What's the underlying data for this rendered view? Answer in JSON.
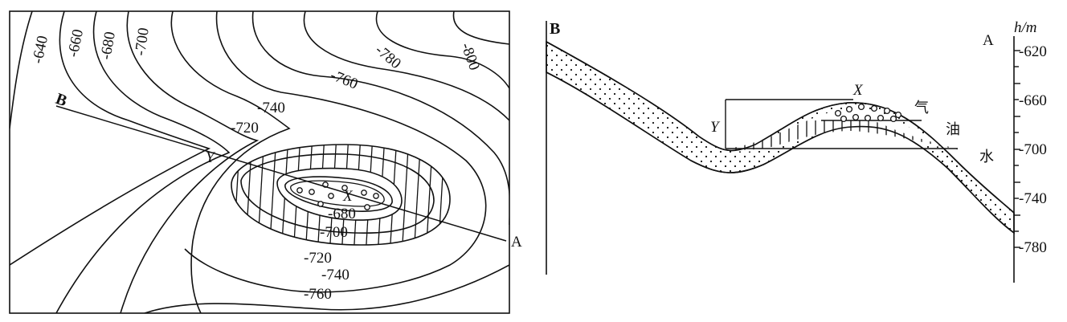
{
  "map": {
    "contour_labels": [
      "-640",
      "-660",
      "-680",
      "-700",
      "-720",
      "-740",
      "-760",
      "-780",
      "-800",
      "-720",
      "-740",
      "-760",
      "-700",
      "-680"
    ],
    "point_b": "B",
    "point_a": "A",
    "point_y": "Y",
    "point_x": "X"
  },
  "section": {
    "point_b": "B",
    "point_a": "A",
    "point_x": "X",
    "point_y": "Y",
    "axis_unit": "h/m",
    "ticks": [
      "-620",
      "-660",
      "-700",
      "-740",
      "-780"
    ],
    "gas_label": "气",
    "oil_label": "油",
    "water_label": "水"
  }
}
